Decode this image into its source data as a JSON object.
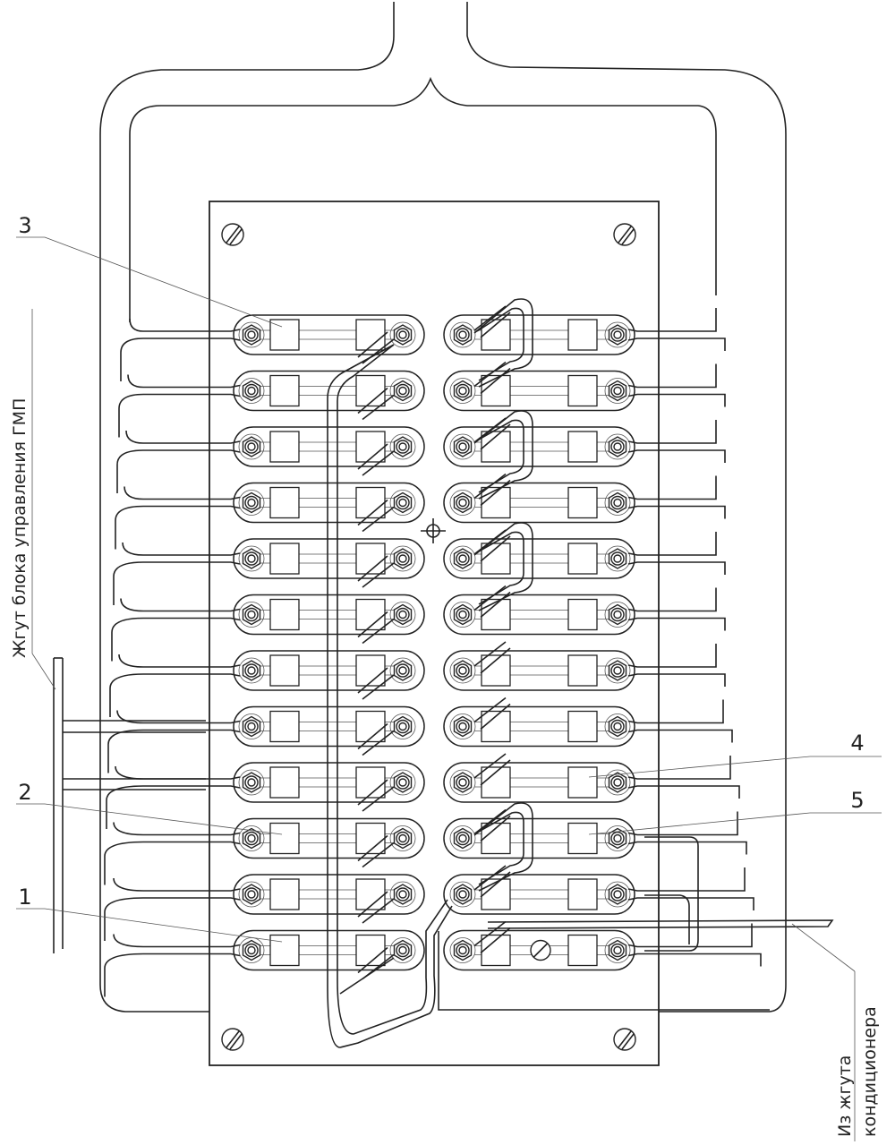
{
  "diagram": {
    "terminal_rows": 12,
    "terminal_columns": 2,
    "callouts": [
      {
        "id": "callout-1",
        "label": "1"
      },
      {
        "id": "callout-2",
        "label": "2"
      },
      {
        "id": "callout-3",
        "label": "3"
      },
      {
        "id": "callout-4",
        "label": "4"
      },
      {
        "id": "callout-5",
        "label": "5"
      }
    ],
    "harness_left_label": "Жгут блока управления ГМП",
    "harness_right_label_line1": "Из жгута",
    "harness_right_label_line2": "кондиционера",
    "colors": {
      "line": "#222222",
      "background": "#ffffff"
    }
  }
}
